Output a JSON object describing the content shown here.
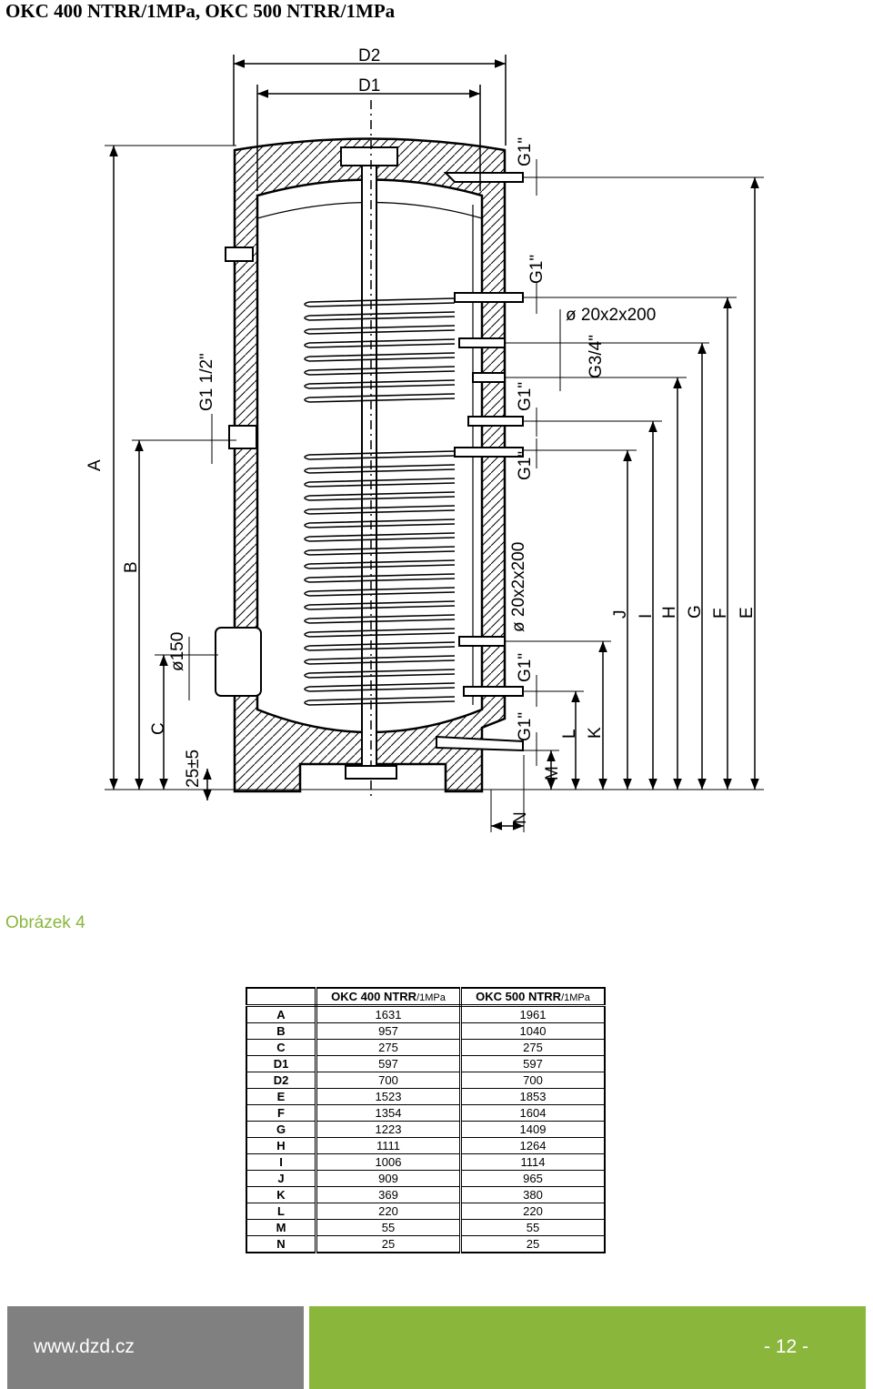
{
  "title": "OKC 400 NTRR/1MPa, OKC 500 NTRR/1MPa",
  "diagram": {
    "labels": {
      "D2": "D2",
      "D1": "D1",
      "A": "A",
      "B": "B",
      "C": "C",
      "J": "J",
      "I": "I",
      "H": "H",
      "G": "G",
      "F": "F",
      "E": "E",
      "K": "K",
      "L": "L",
      "M": "M",
      "N": "N",
      "g1_top": "G1\"",
      "g1_coil1": "G1\"",
      "g1_coil2": "G1\"",
      "g1_coil3": "G1\"",
      "g1_coil4": "G1\"",
      "g1_bottom": "G1\"",
      "g1_half": "G1 1/2\"",
      "g34": "G3/4\"",
      "sensor_top": "ø 20x2x200",
      "sensor_mid": "ø 20x2x200",
      "flange": "ø150",
      "foot": "25±5"
    }
  },
  "caption": "Obrázek 4",
  "table": {
    "headers": [
      "",
      "OKC 400 NTRR",
      "/1MPa",
      "OKC 500 NTRR",
      "/1MPa"
    ],
    "rows": [
      {
        "key": "A",
        "v1": "1631",
        "v2": "1961"
      },
      {
        "key": "B",
        "v1": "957",
        "v2": "1040"
      },
      {
        "key": "C",
        "v1": "275",
        "v2": "275"
      },
      {
        "key": "D1",
        "v1": "597",
        "v2": "597"
      },
      {
        "key": "D2",
        "v1": "700",
        "v2": "700"
      },
      {
        "key": "E",
        "v1": "1523",
        "v2": "1853"
      },
      {
        "key": "F",
        "v1": "1354",
        "v2": "1604"
      },
      {
        "key": "G",
        "v1": "1223",
        "v2": "1409"
      },
      {
        "key": "H",
        "v1": "1111",
        "v2": "1264"
      },
      {
        "key": "I",
        "v1": "1006",
        "v2": "1114"
      },
      {
        "key": "J",
        "v1": "909",
        "v2": "965"
      },
      {
        "key": "K",
        "v1": "369",
        "v2": "380"
      },
      {
        "key": "L",
        "v1": "220",
        "v2": "220"
      },
      {
        "key": "M",
        "v1": "55",
        "v2": "55"
      },
      {
        "key": "N",
        "v1": "25",
        "v2": "25"
      }
    ]
  },
  "footer": {
    "url": "www.dzd.cz",
    "page": "- 12 -",
    "colors": {
      "left": "#808080",
      "right": "#8ab63c"
    }
  }
}
